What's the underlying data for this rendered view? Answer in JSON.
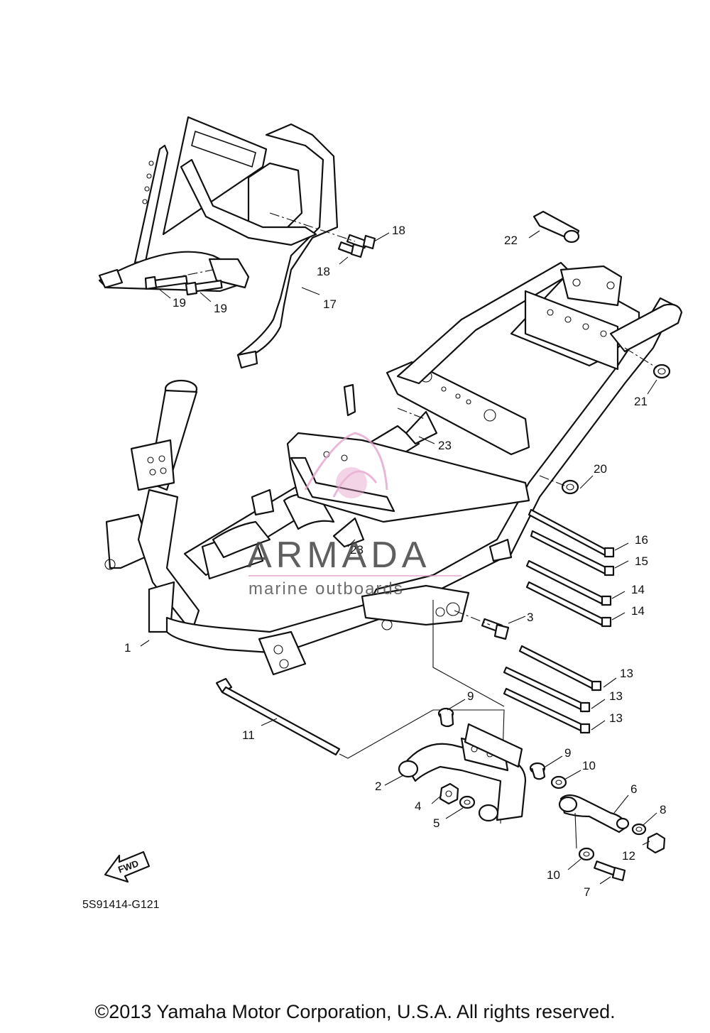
{
  "parts": [
    {
      "id": "p1",
      "label": "1"
    },
    {
      "id": "p2",
      "label": "2"
    },
    {
      "id": "p3",
      "label": "3"
    },
    {
      "id": "p4",
      "label": "4"
    },
    {
      "id": "p5",
      "label": "5"
    },
    {
      "id": "p6",
      "label": "6"
    },
    {
      "id": "p7",
      "label": "7"
    },
    {
      "id": "p8",
      "label": "8"
    },
    {
      "id": "p9a",
      "label": "9"
    },
    {
      "id": "p9b",
      "label": "9"
    },
    {
      "id": "p10a",
      "label": "10"
    },
    {
      "id": "p10b",
      "label": "10"
    },
    {
      "id": "p11",
      "label": "11"
    },
    {
      "id": "p12",
      "label": "12"
    },
    {
      "id": "p13a",
      "label": "13"
    },
    {
      "id": "p13b",
      "label": "13"
    },
    {
      "id": "p13c",
      "label": "13"
    },
    {
      "id": "p14a",
      "label": "14"
    },
    {
      "id": "p14b",
      "label": "14"
    },
    {
      "id": "p15",
      "label": "15"
    },
    {
      "id": "p16",
      "label": "16"
    },
    {
      "id": "p17",
      "label": "17"
    },
    {
      "id": "p18a",
      "label": "18"
    },
    {
      "id": "p18b",
      "label": "18"
    },
    {
      "id": "p19a",
      "label": "19"
    },
    {
      "id": "p19b",
      "label": "19"
    },
    {
      "id": "p20",
      "label": "20"
    },
    {
      "id": "p21",
      "label": "21"
    },
    {
      "id": "p22",
      "label": "22"
    },
    {
      "id": "p23a",
      "label": "23"
    },
    {
      "id": "p23b",
      "label": "23"
    }
  ],
  "fwd_label": "FWD",
  "drawing_code": "5S91414-G121",
  "watermark": {
    "name": "ARMADA",
    "tagline": "marine outboards",
    "accent_color": "#e2a0c8"
  },
  "copyright": "©2013 Yamaha Motor Corporation, U.S.A. All rights reserved."
}
